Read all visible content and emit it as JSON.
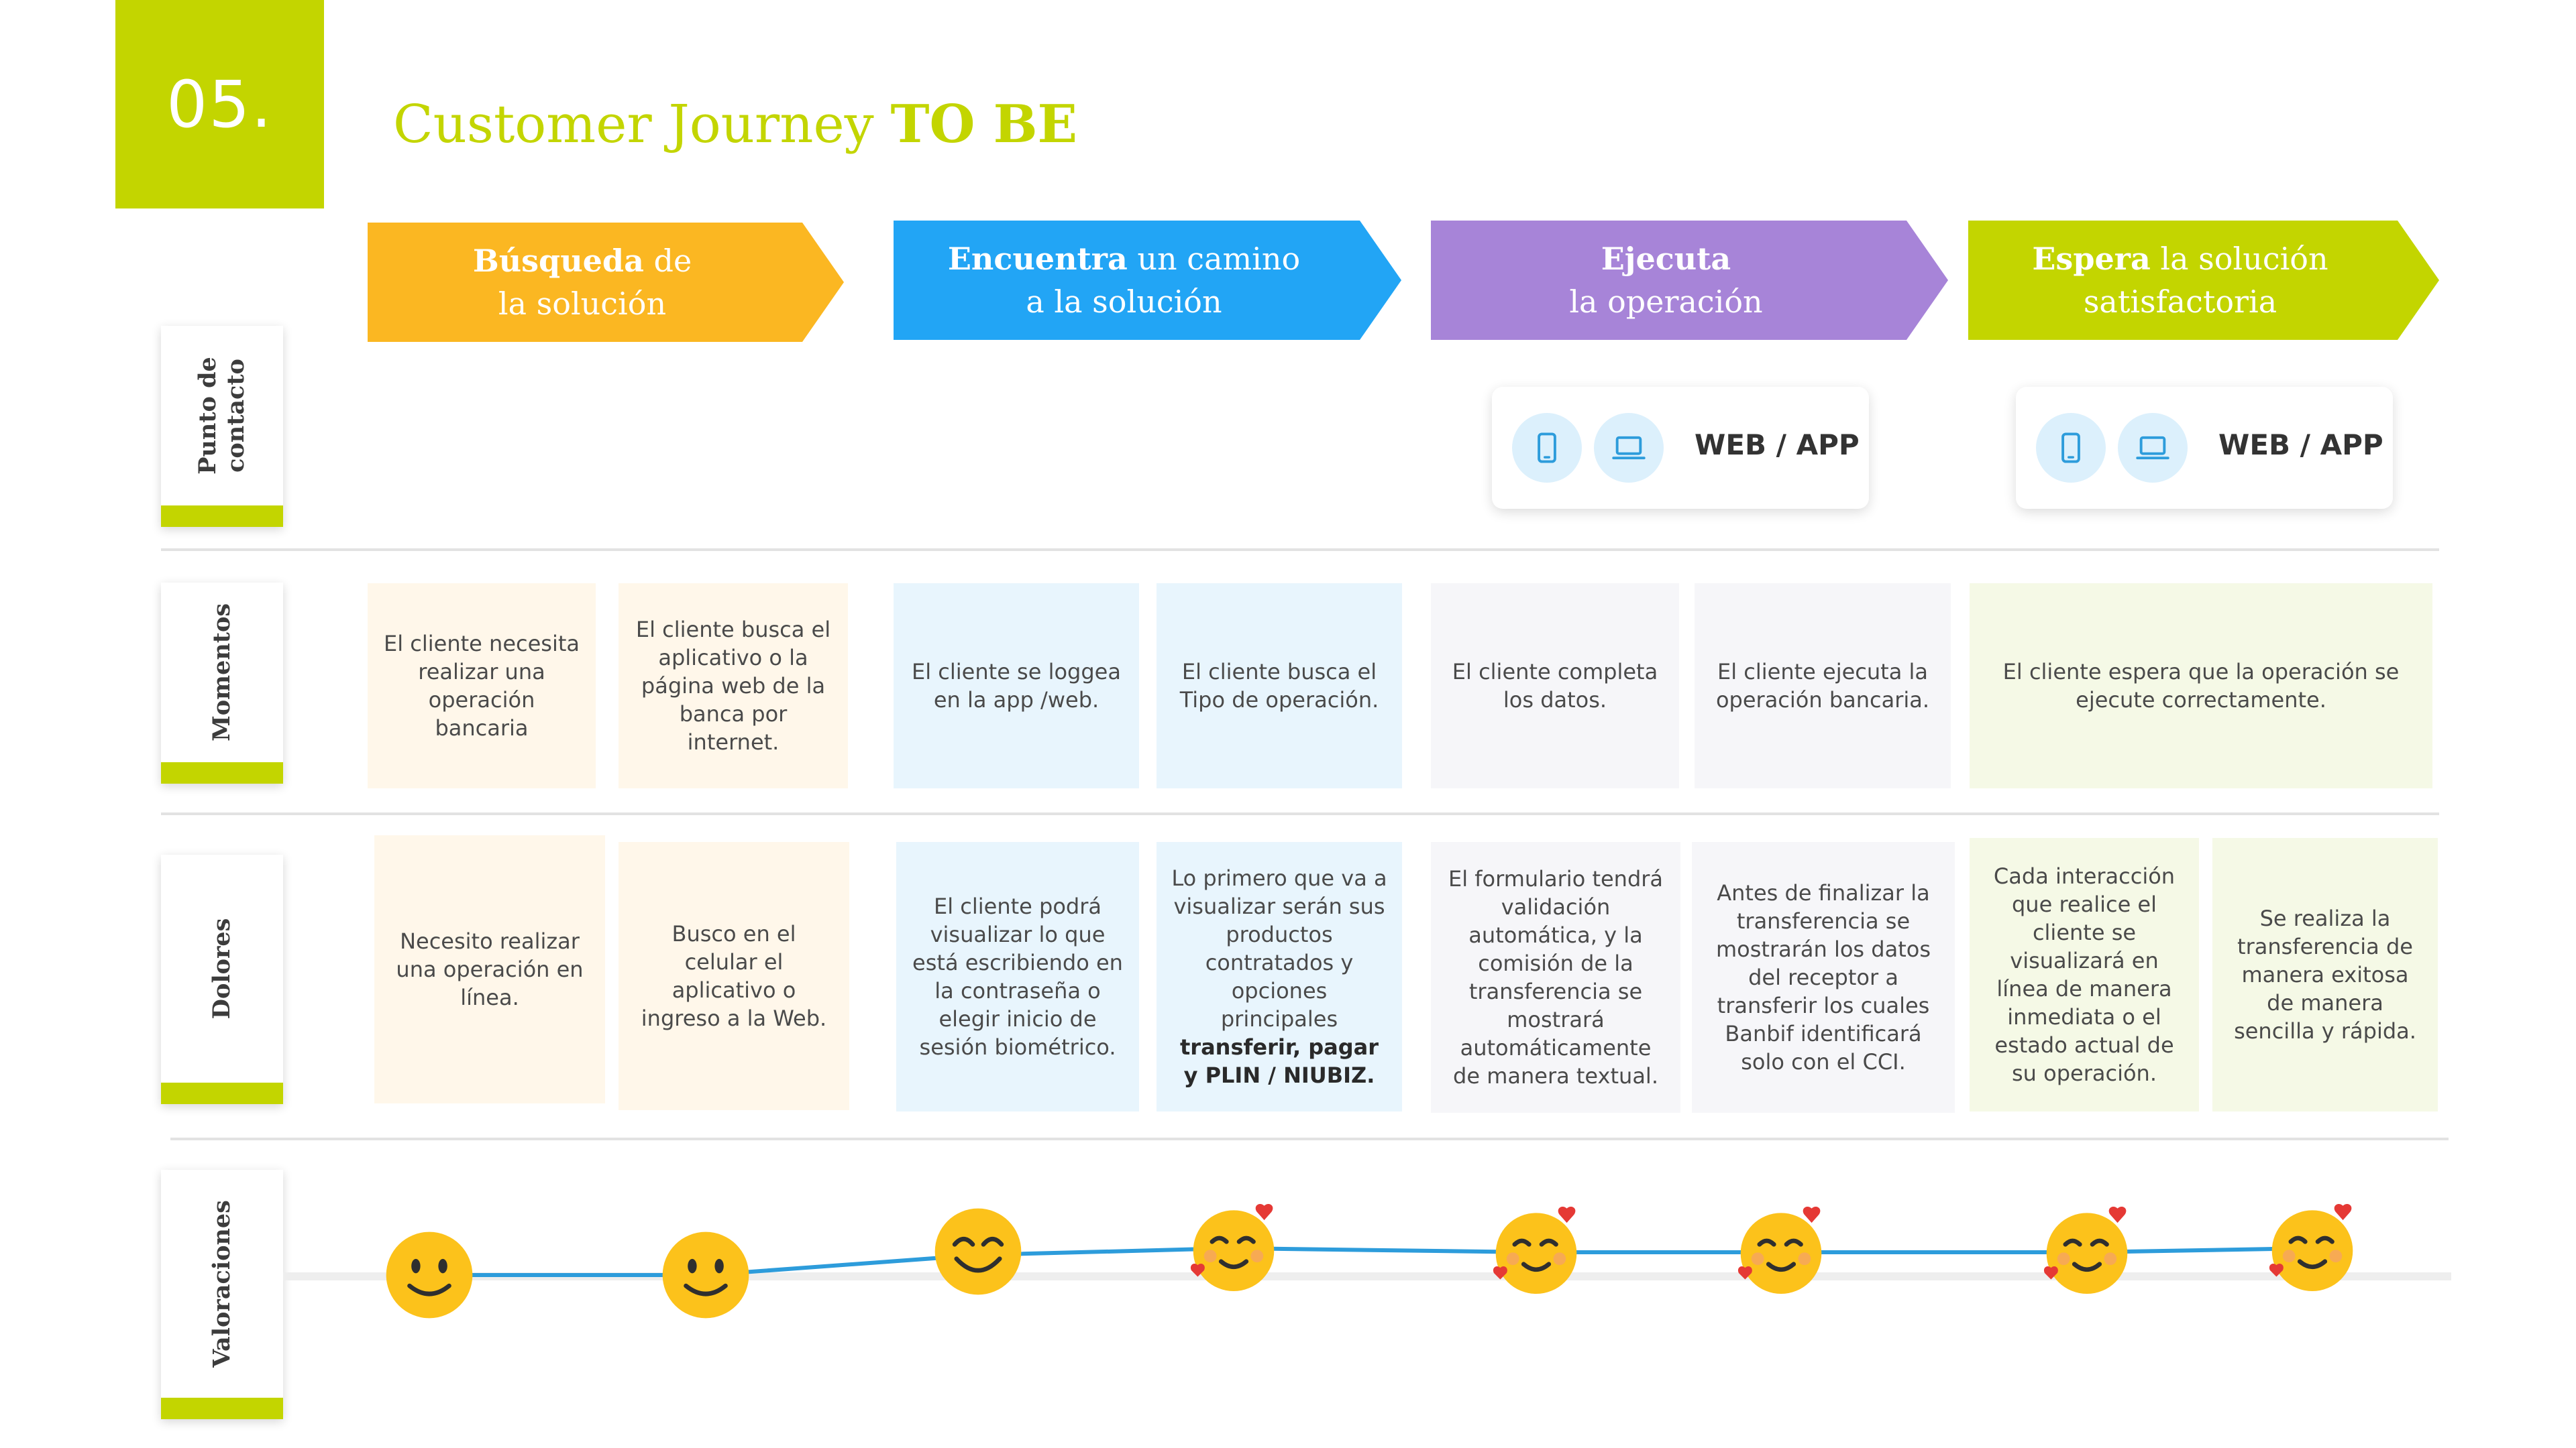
{
  "header": {
    "number": "05.",
    "title_light": "Customer Journey ",
    "title_bold": "TO BE"
  },
  "phases": [
    {
      "bold": "Búsqueda",
      "rest1": " de",
      "line2": "la solución",
      "color": "#fbb722"
    },
    {
      "bold": "Encuentra",
      "rest1": " un camino",
      "line2": "a la solución",
      "color": "#22a5f5"
    },
    {
      "bold": "Ejecuta",
      "rest1": "",
      "line2": "la operación",
      "color": "#a784d8"
    },
    {
      "bold": "Espera",
      "rest1": " la solución",
      "line2": "satisfactoria",
      "color": "#c3d500"
    }
  ],
  "row_labels": {
    "punto_line1": "Punto de",
    "punto_line2": "contacto",
    "momentos": "Momentos",
    "dolores": "Dolores",
    "valoraciones": "Valoraciones"
  },
  "touchpoints": [
    {
      "label": "WEB / APP",
      "icons": [
        "smartphone-icon",
        "laptop-icon"
      ]
    },
    {
      "label": "WEB / APP",
      "icons": [
        "smartphone-icon",
        "laptop-icon"
      ]
    }
  ],
  "momentos": [
    "El cliente necesita realizar una operación bancaria",
    "El cliente busca el aplicativo o la página web de la banca por internet.",
    "El cliente se loggea en la app /web.",
    "El cliente busca el Tipo de operación.",
    "El cliente completa los datos.",
    "El cliente ejecuta la operación bancaria.",
    "El cliente espera que la operación se ejecute correctamente."
  ],
  "dolores": [
    "Necesito realizar una operación en línea.",
    "Busco en el celular el aplicativo o ingreso a la Web.",
    "El cliente podrá visualizar lo que está escribiendo en la contraseña o elegir inicio de sesión biométrico.",
    "Lo primero que va a visualizar serán sus productos contratados y opciones principales",
    "El formulario tendrá validación automática, y la comisión de la transferencia se mostrará automáticamente de manera textual.",
    "Antes de finalizar la transferencia se mostrarán los datos del receptor a transferir los cuales Banbif identificará solo con el CCI.",
    "Cada interacción que realice el cliente se visualizará en línea de manera inmediata o el estado actual de su operación.",
    "Se realiza la transferencia de manera exitosa de manera sencilla y rápida."
  ],
  "dolores_bold": "transferir, pagar y PLIN / NIUBIZ.",
  "valoraciones": [
    "slightly-smiling",
    "slightly-smiling",
    "smiling-eyes",
    "smiling-hearts",
    "smiling-hearts",
    "smiling-hearts",
    "smiling-hearts",
    "smiling-hearts"
  ],
  "colors": {
    "accent": "#c3d500",
    "orange": "#fbb722",
    "blue": "#22a5f5",
    "purple": "#a784d8",
    "line": "#2d9cdb",
    "emoji_yellow": "#fcc21b",
    "heart": "#e53935"
  }
}
